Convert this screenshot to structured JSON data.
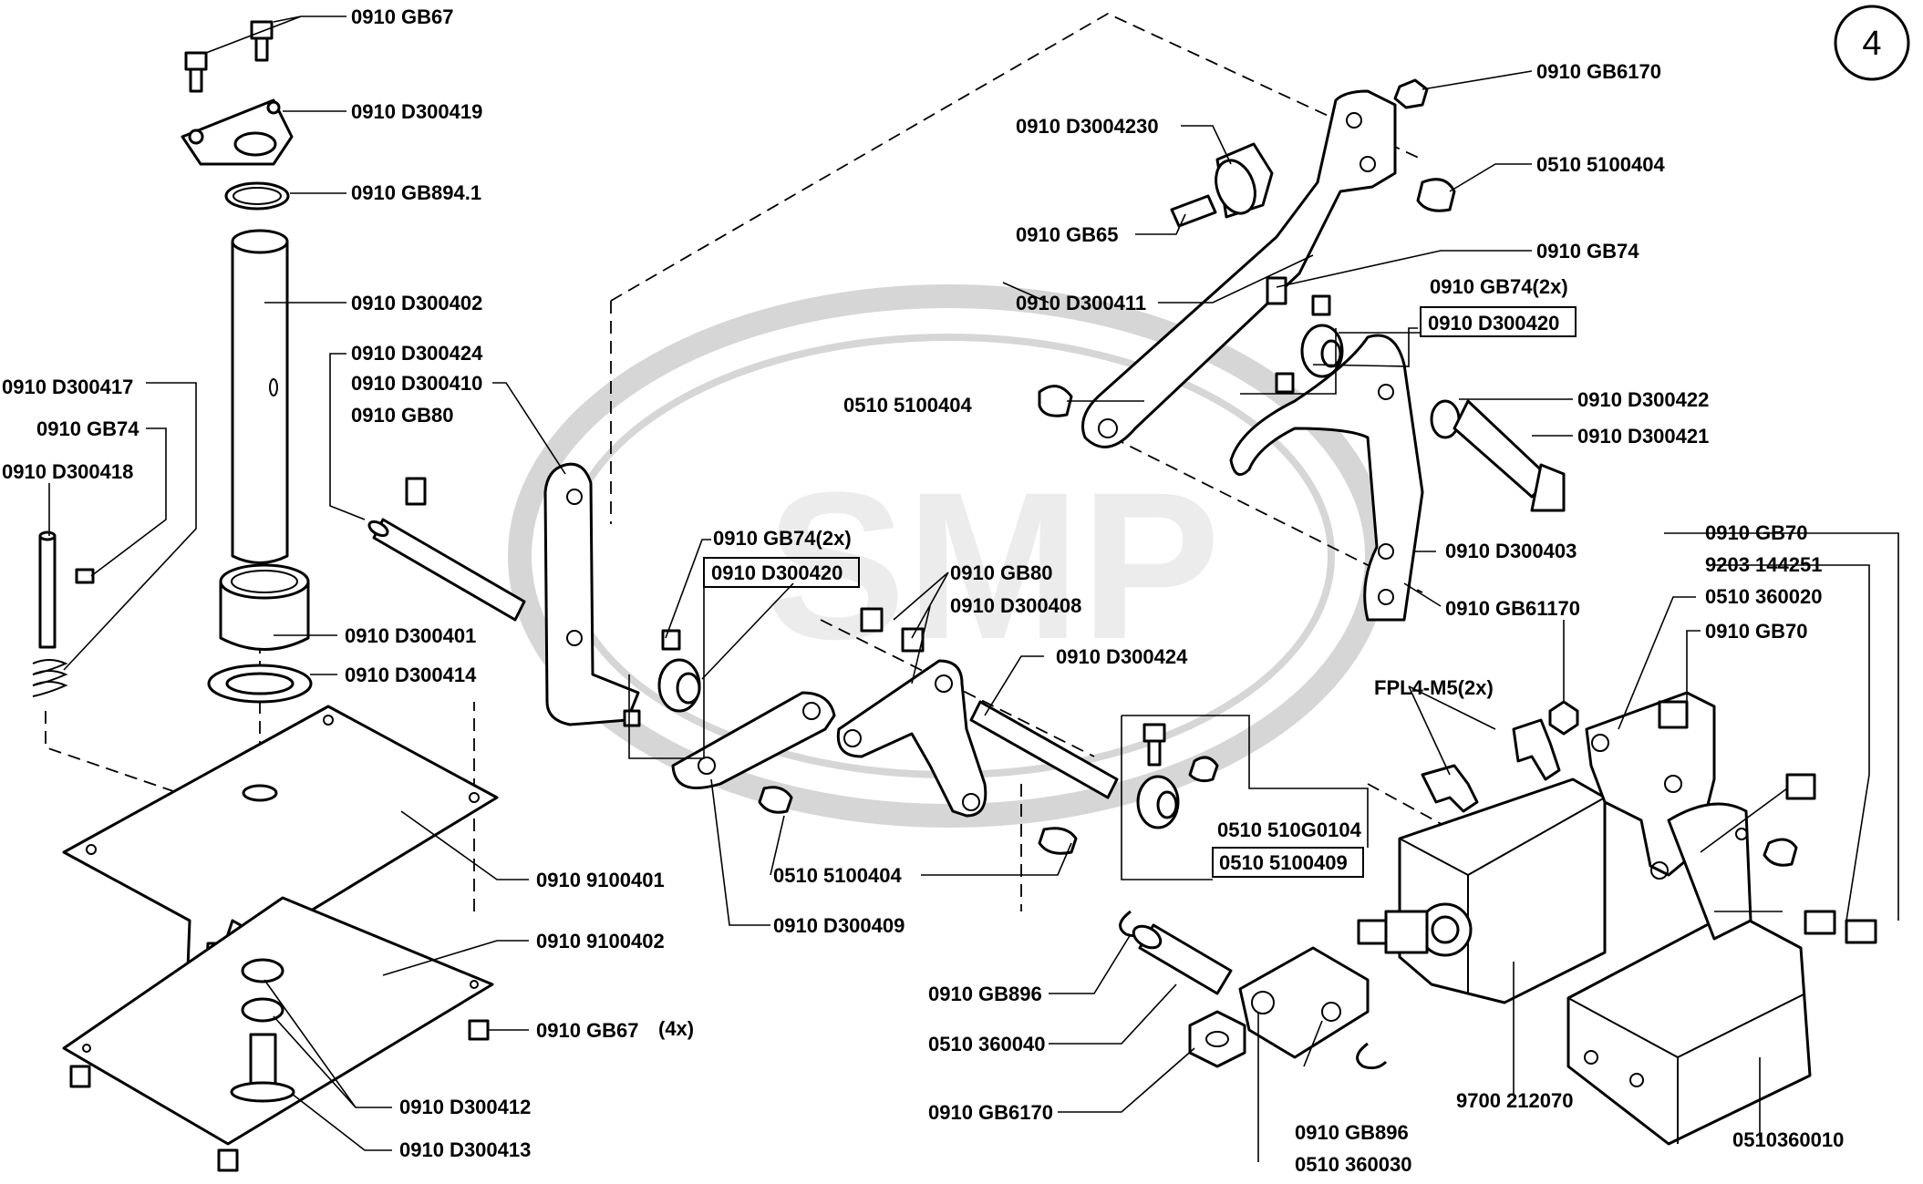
{
  "page_badge": "4",
  "labels": [
    "0910 GB67",
    "0910 D300419",
    "0910 GB894.1",
    "0910 D300402",
    "0910 D300424",
    "0910 D300410",
    "0910 GB80",
    "0910 D300417",
    "0910 GB74",
    "0910 D300418",
    "0910 D300401",
    "0910 D300414",
    "0910 9100401",
    "0910 9100402",
    "0910 GB67",
    "(4x)",
    "0910 D300412",
    "0910 D300413",
    "0910 GB74(2x)",
    "0910 D300420",
    "0910 GB80",
    "0910 D300408",
    "0910 D300424",
    "0510 5100404",
    "0910 D300409",
    "0510 510G0104",
    "0510 5100409",
    "0910 GB896",
    "0510 360040",
    "0910 GB6170",
    "0910 GB896",
    "0510 360030",
    "0910 GB6170",
    "0910 D3004230",
    "0510 5100404",
    "0910 GB65",
    "0910 GB74",
    "0910 D300411",
    "0910 GB74(2x)",
    "0910 D300420",
    "0510 5100404",
    "0910 D300422",
    "0910 D300421",
    "0910 D300403",
    "0910 GB61170",
    "0910 GB70",
    "9203 144251",
    "0510 360020",
    "0910 GB70",
    "FPL4-M5(2x)",
    "9700 212070",
    "0510360010"
  ]
}
